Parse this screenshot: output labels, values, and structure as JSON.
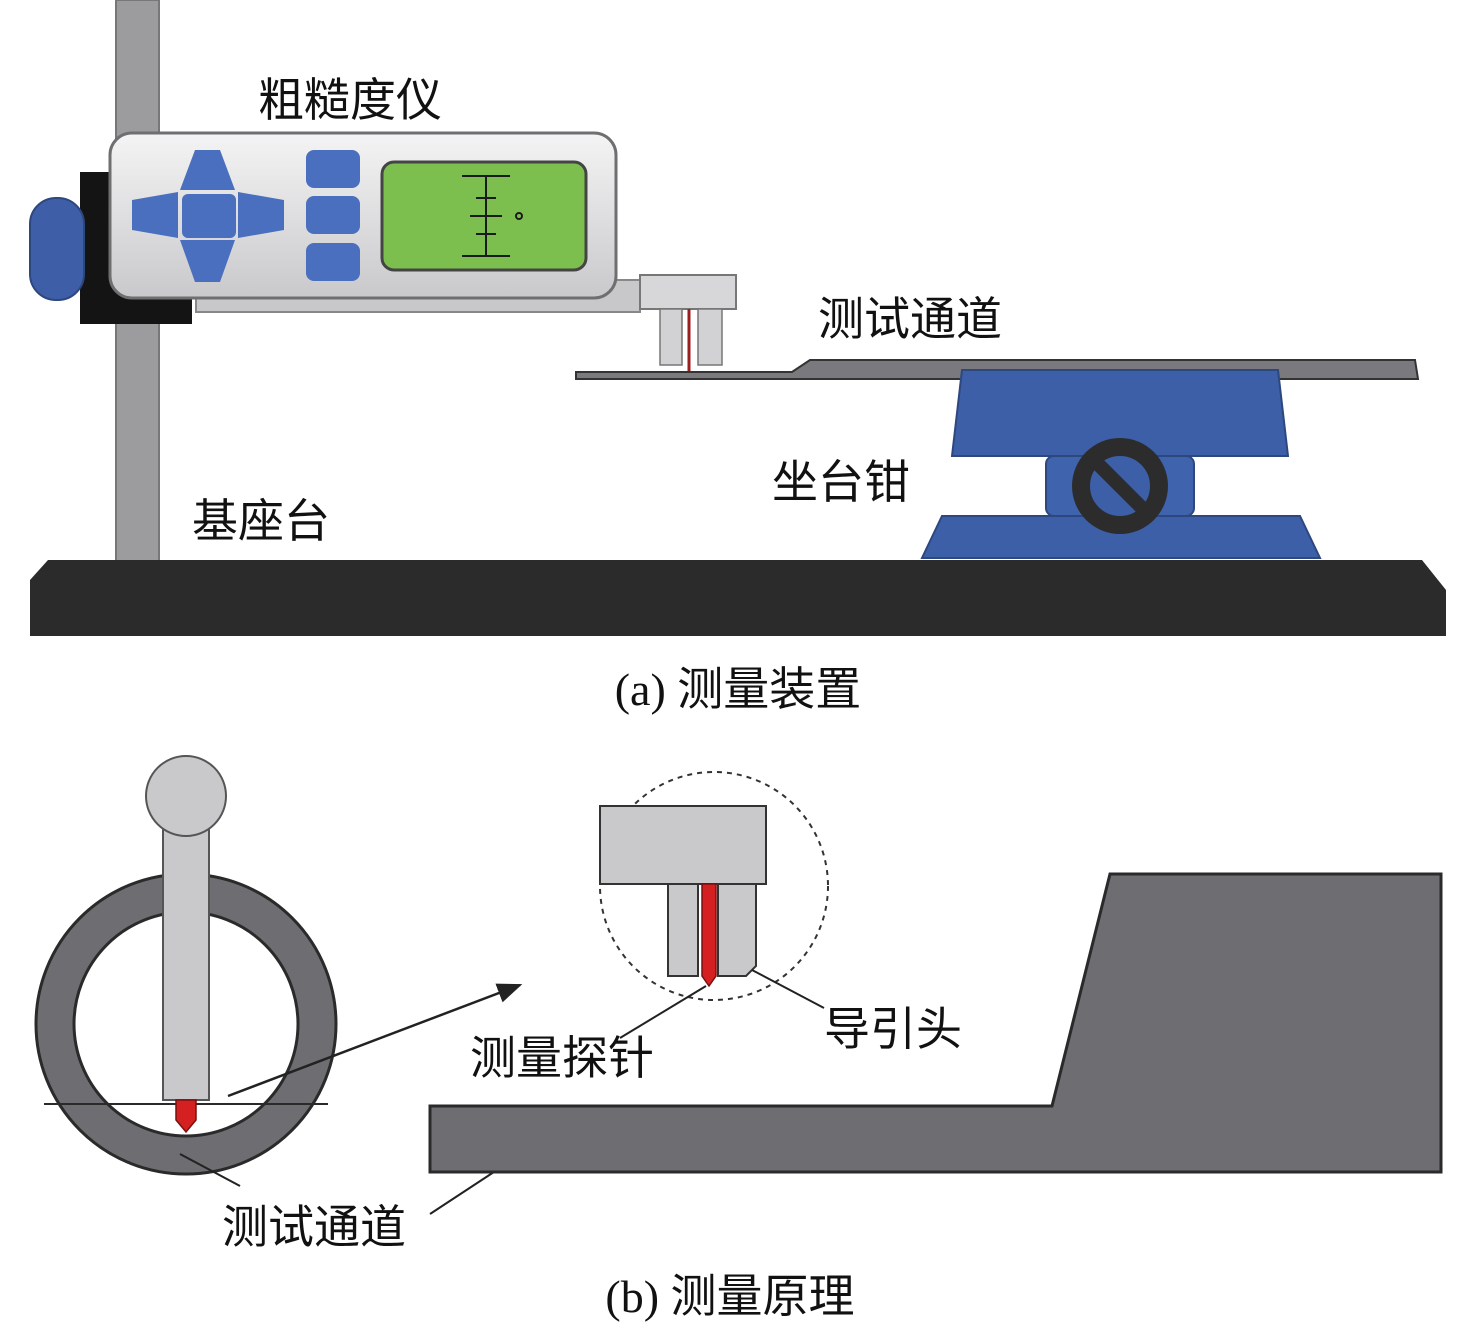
{
  "panel_a": {
    "caption": "(a) 测量装置",
    "labels": {
      "instrument": "粗糙度仪",
      "test_channel": "测试通道",
      "vise": "坐台钳",
      "base": "基座台"
    }
  },
  "panel_b": {
    "caption": "(b) 测量原理",
    "labels": {
      "stylus": "测量探针",
      "guide_head": "导引头",
      "test_channel": "测试通道"
    }
  },
  "colors": {
    "base_black": "#2b2b2b",
    "vise_blue": "#3d5fa8",
    "button_blue": "#4a6fbf",
    "screen_green": "#7cbf4f",
    "channel_gray": "#6e6e72",
    "stylus_red": "#d42020",
    "pole_gray": "#9a9a9a"
  }
}
